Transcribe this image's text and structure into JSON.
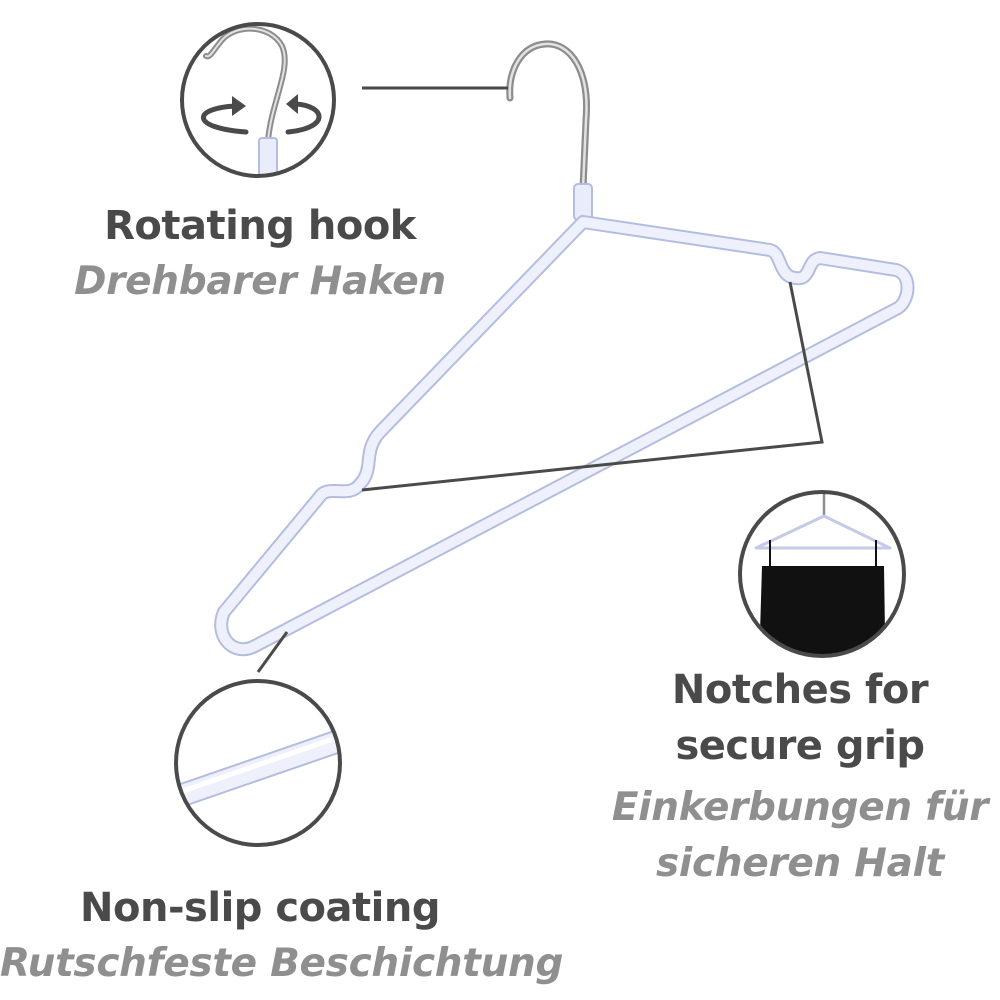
{
  "callouts": {
    "rotating_hook": {
      "en": "Rotating hook",
      "de": "Drehbarer Haken"
    },
    "notches": {
      "en_line1": "Notches for",
      "en_line2": "secure grip",
      "de_line1": "Einkerbungen für",
      "de_line2": "sicheren Halt"
    },
    "non_slip": {
      "en": "Non-slip coating",
      "de": "Rutschfeste Beschichtung"
    }
  },
  "colors": {
    "label_primary": "#4a4a4a",
    "label_secondary": "#8f8f8f",
    "hanger_coating": "#e8ecfb",
    "hanger_outline": "#b4bde0",
    "circle_border": "#4a4a4a",
    "leader_line": "#4a4a4a",
    "chrome_hook": "#9a9a9a",
    "garment": "#111111"
  },
  "icons": [
    "rotate-arrows-icon"
  ]
}
